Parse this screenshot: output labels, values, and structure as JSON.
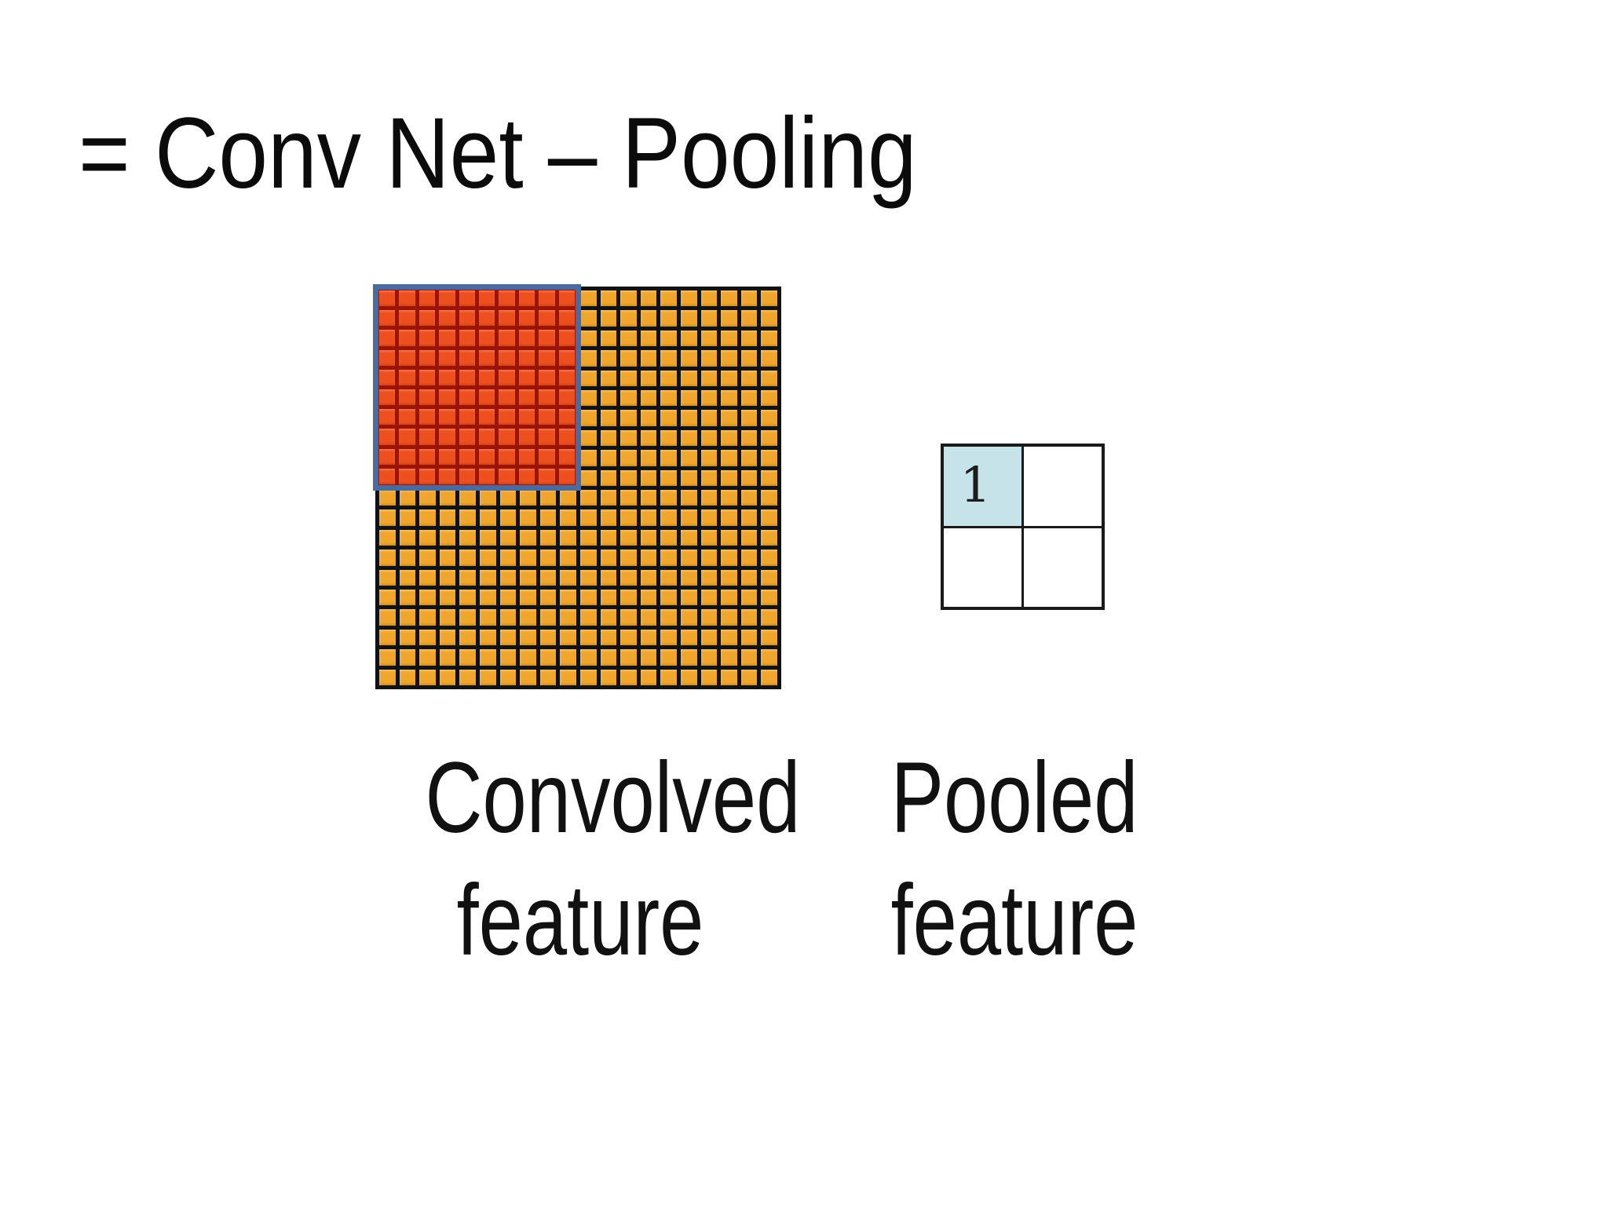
{
  "slide": {
    "title": "= Conv Net – Pooling"
  },
  "convolved": {
    "label_line1": "Convolved",
    "label_line2": "feature",
    "grid": {
      "rows": 20,
      "cols": 20,
      "cell_color": "#f0a62d",
      "line_color": "#121212"
    },
    "highlight": {
      "rows": 10,
      "cols": 10,
      "cell_color": "#ee4f1e",
      "line_color": "#9d1405",
      "border_color": "#4a6b9e"
    }
  },
  "pooled": {
    "label_line1": "Pooled",
    "label_line2": "feature",
    "grid": {
      "rows": 2,
      "cols": 2,
      "cell_color": "#ffffff",
      "line_color": "#1a1a1a",
      "border_color": "#1a1a1a",
      "highlight_cell": {
        "row": 0,
        "col": 0,
        "color": "#c7e3ea",
        "value": "1"
      }
    }
  }
}
